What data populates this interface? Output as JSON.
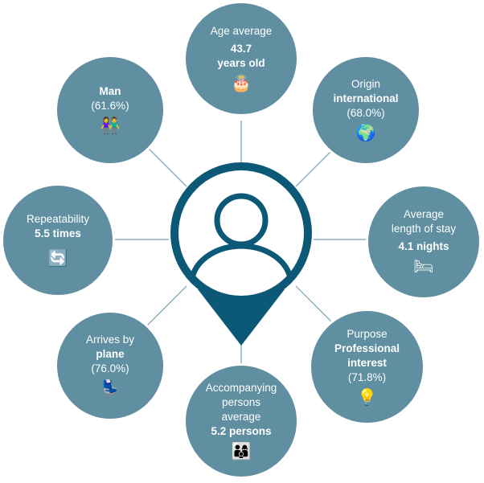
{
  "nodes": {
    "age": {
      "label": "Age average",
      "value": "43.7",
      "value2": "years old",
      "icon": "cake-icon",
      "glyph": "🎂"
    },
    "origin": {
      "label": "Origin",
      "value": "international",
      "value2": "(68.0%)",
      "icon": "globe-icon",
      "glyph": "🌍"
    },
    "stay": {
      "label": "Average",
      "label2": "length of stay",
      "value": "4.1 nights",
      "icon": "bed-icon",
      "glyph": "🛏"
    },
    "purpose": {
      "label": "Purpose",
      "value": "Professional",
      "value2": "interest",
      "value3": "(71.8%)",
      "icon": "lightbulb-icon",
      "glyph": "💡"
    },
    "accompanying": {
      "label": "Accompanying",
      "label2": "persons",
      "label3": "average",
      "value": "5.2 persons",
      "icon": "people-icon",
      "glyph": "👨‍👩‍👦"
    },
    "arrives": {
      "label": "Arrives by",
      "value": "plane",
      "value2": "(76.0%)",
      "icon": "airplane-seat-icon",
      "glyph": "💺"
    },
    "repeat": {
      "label": "Repeatability",
      "value": "5.5 times",
      "icon": "repeat-icon",
      "glyph": "🔄"
    },
    "gender": {
      "label": "Man",
      "value": "(61.6%)",
      "icon": "couple-icon",
      "glyph": "👫"
    }
  },
  "colors": {
    "bubble": "#5f8fa0",
    "pin": "#0c5877",
    "connector": "#8fb0c4"
  }
}
